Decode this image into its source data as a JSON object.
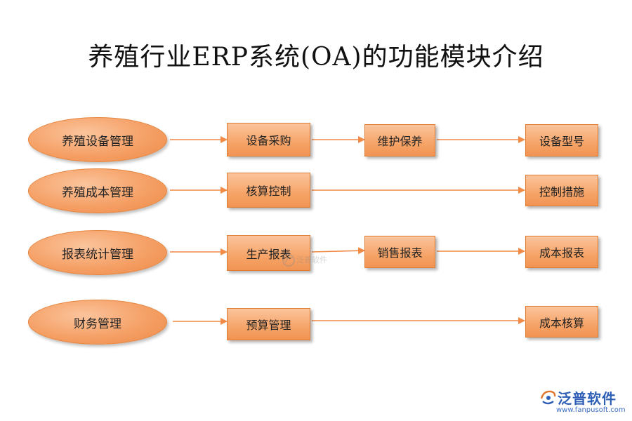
{
  "title": "养殖行业ERP系统(OA)的功能模块介绍",
  "colors": {
    "arrow": "#f08a45",
    "shape_fill": "#f5a066",
    "logo": "#2e5fb6"
  },
  "rows": [
    {
      "category": "养殖设备管理",
      "nodes": [
        "设备采购",
        "维护保养",
        "设备型号"
      ]
    },
    {
      "category": "养殖成本管理",
      "nodes": [
        "核算控制",
        "控制措施"
      ]
    },
    {
      "category": "报表统计管理",
      "nodes": [
        "生产报表",
        "销售报表",
        "成本报表"
      ]
    },
    {
      "category": "财务管理",
      "nodes": [
        "预算管理",
        "成本核算"
      ]
    }
  ],
  "watermark": {
    "text": "泛普软件",
    "icon": "fanpu-logo-icon"
  },
  "logo": {
    "text": "泛普软件",
    "url": "www.fanpusoft.com",
    "icon": "fanpu-logo-icon"
  }
}
